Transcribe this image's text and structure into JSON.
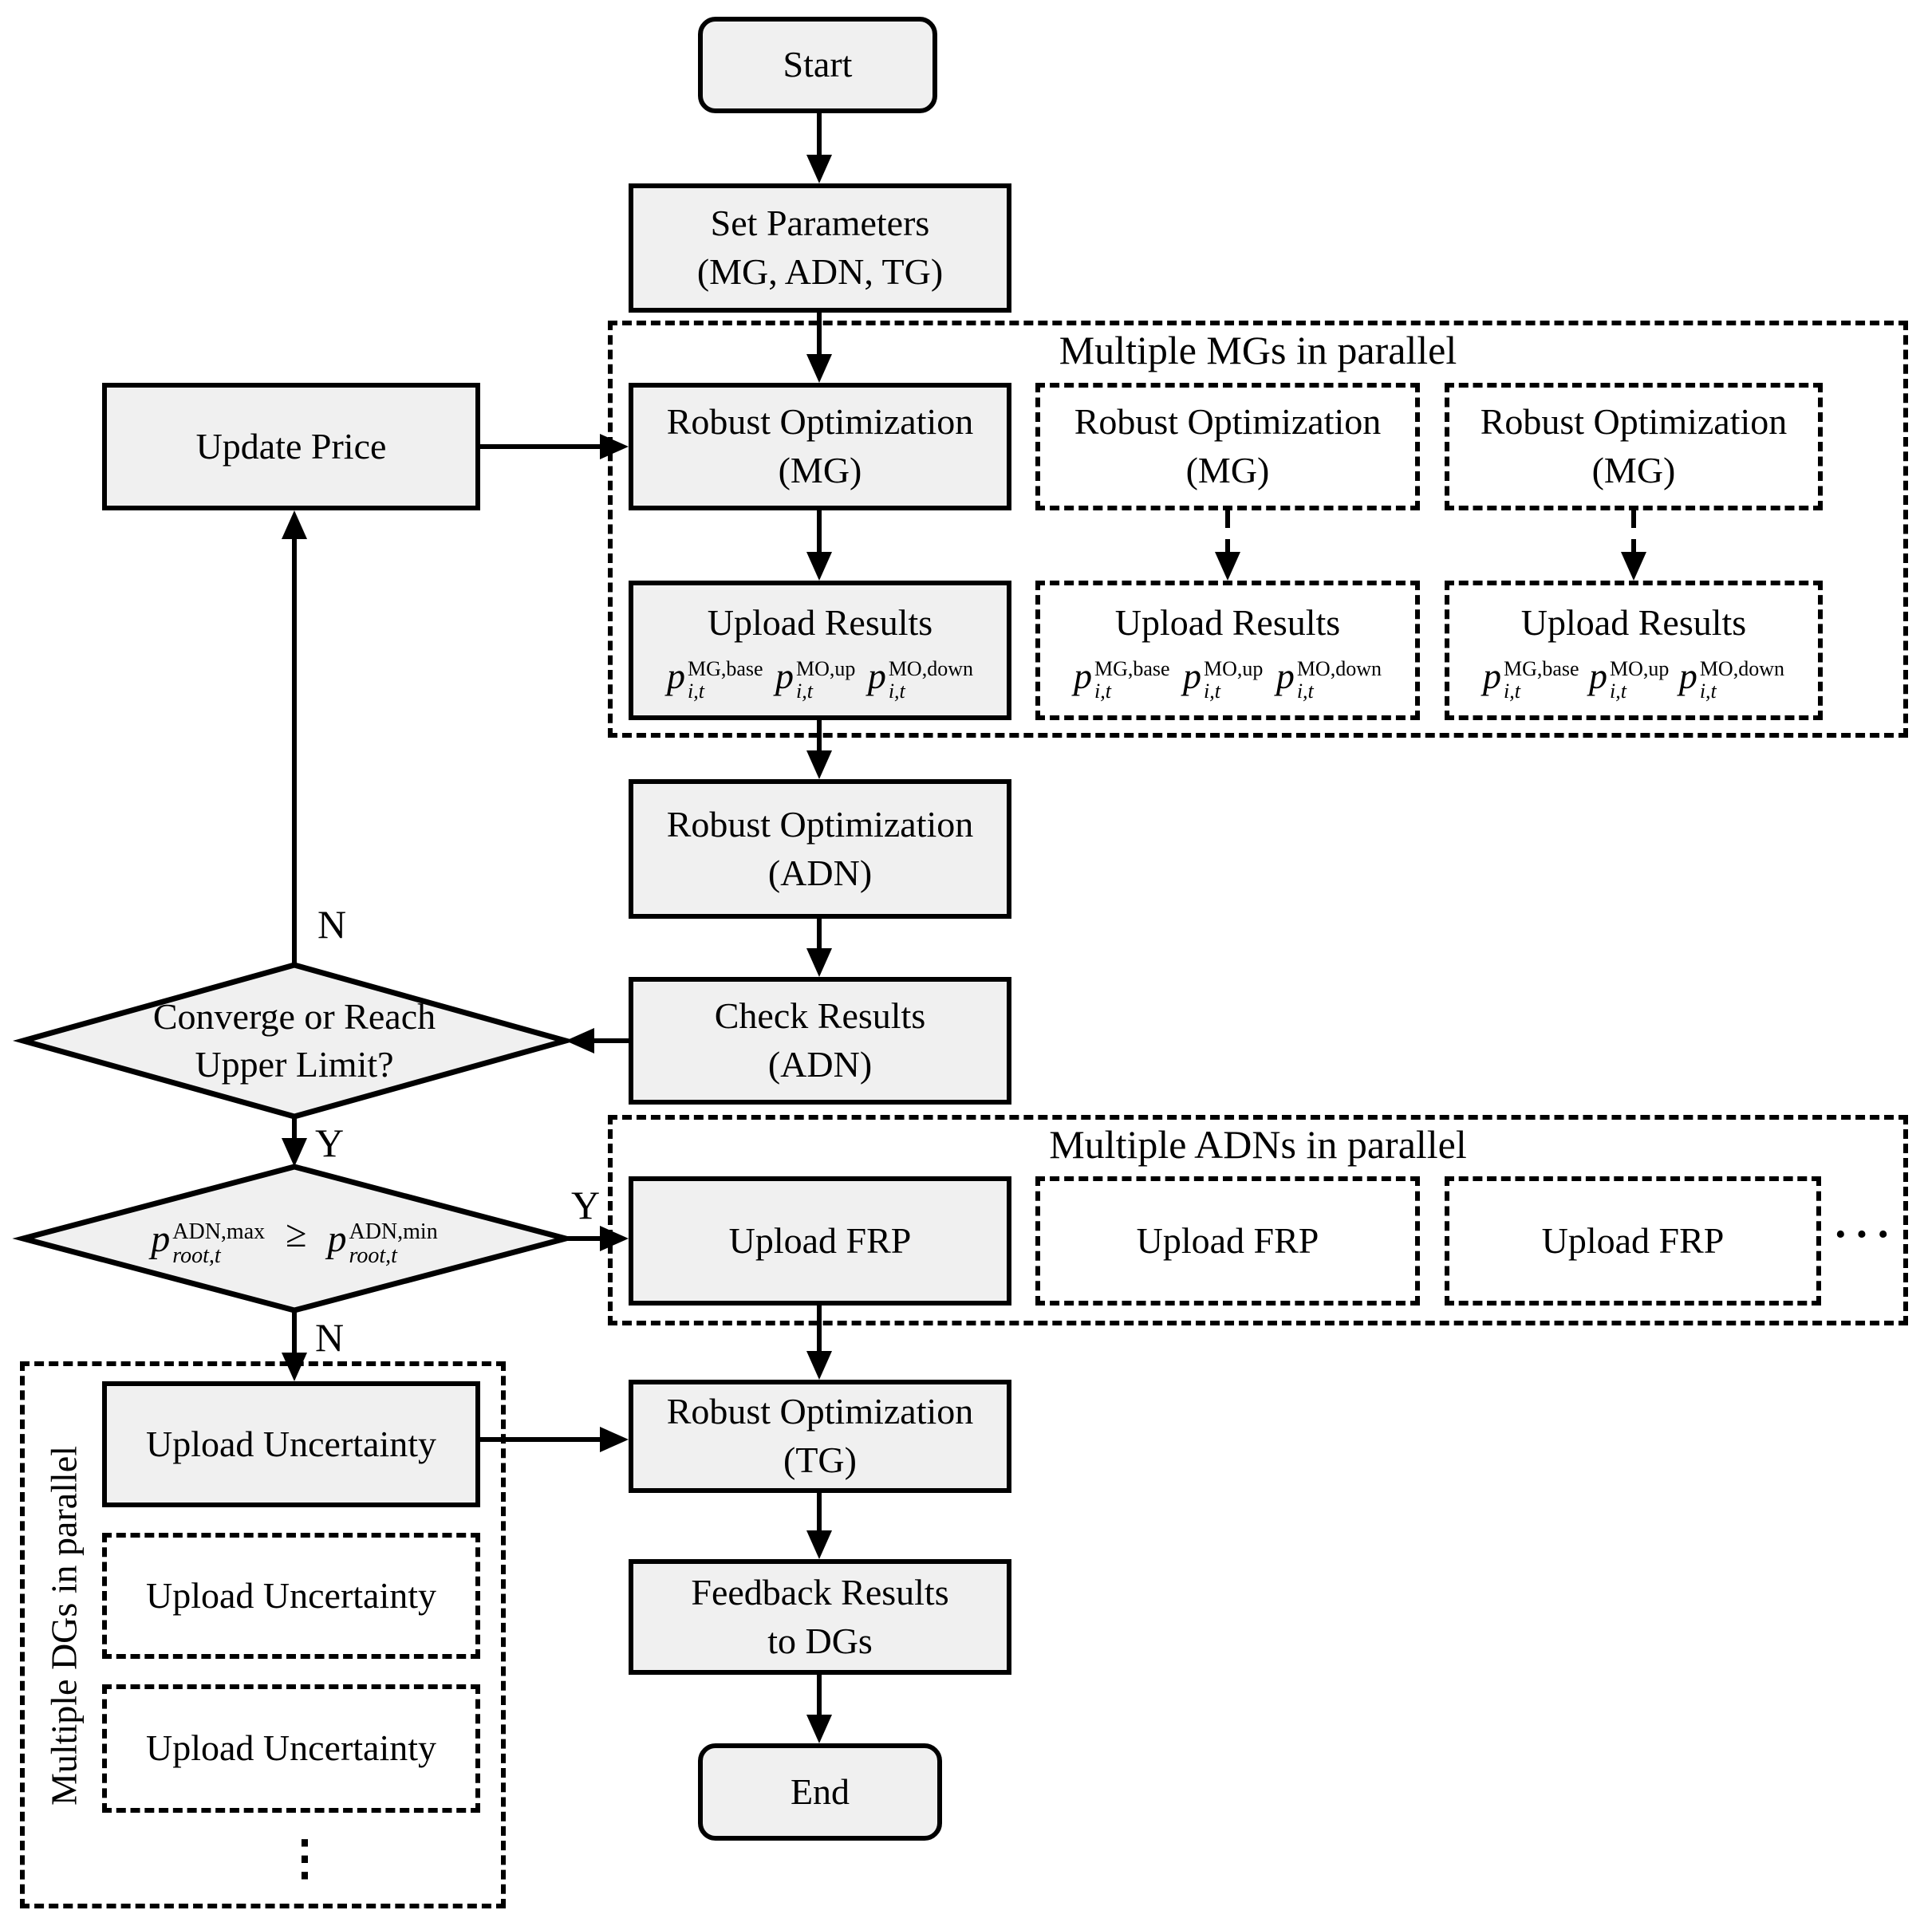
{
  "colors": {
    "node_fill": "#f0f0f0",
    "stroke": "#000000",
    "background": "#ffffff"
  },
  "nodes": {
    "start": {
      "label": "Start"
    },
    "set_parameters": {
      "line1": "Set Parameters",
      "line2": "(MG, ADN, TG)"
    },
    "mg_group": {
      "title": "Multiple MGs in parallel"
    },
    "robust_mg": {
      "line1": "Robust Optimization",
      "line2": "(MG)"
    },
    "upload_results": {
      "label": "Upload Results",
      "math": [
        {
          "base": "p",
          "sup": "MG,base",
          "sub": "i,t"
        },
        {
          "base": "p",
          "sup": "MO,up",
          "sub": "i,t"
        },
        {
          "base": "p",
          "sup": "MO,down",
          "sub": "i,t"
        }
      ]
    },
    "update_price": {
      "label": "Update Price"
    },
    "robust_adn": {
      "line1": "Robust Optimization",
      "line2": "(ADN)"
    },
    "check_results": {
      "line1": "Check Results",
      "line2": "(ADN)"
    },
    "converge_decision": {
      "line1": "Converge or Reach",
      "line2": "Upper Limit?"
    },
    "price_decision": {
      "lhs": {
        "base": "p",
        "sup": "ADN,max",
        "sub": "root,t"
      },
      "op": "≥",
      "rhs": {
        "base": "p",
        "sup": "ADN,min",
        "sub": "root,t"
      }
    },
    "adn_group": {
      "title": "Multiple ADNs in parallel",
      "ellipsis": "···"
    },
    "upload_frp": {
      "label": "Upload FRP"
    },
    "dg_group": {
      "title": "Multiple DGs in parallel",
      "vdots": "⋮"
    },
    "upload_uncertainty": {
      "label": "Upload Uncertainty"
    },
    "robust_tg": {
      "line1": "Robust Optimization",
      "line2": "(TG)"
    },
    "feedback_results": {
      "line1": "Feedback Results",
      "line2": "to DGs"
    },
    "end": {
      "label": "End"
    }
  },
  "edge_labels": {
    "converge_no": "N",
    "converge_yes": "Y",
    "price_yes": "Y",
    "price_no": "N"
  }
}
